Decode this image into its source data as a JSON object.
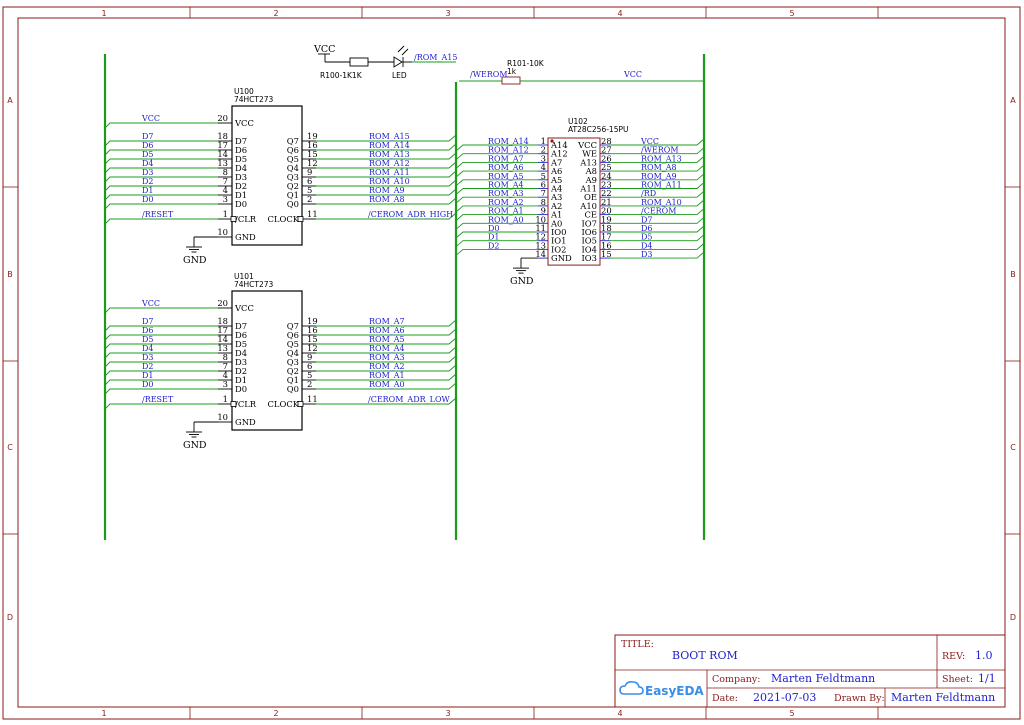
{
  "frame": {
    "columns": [
      "1",
      "2",
      "3",
      "4",
      "5"
    ],
    "rows": [
      "A",
      "B",
      "C",
      "D"
    ]
  },
  "power": {
    "vcc": "VCC",
    "gnd": "GND"
  },
  "led_circuit": {
    "resistor_label": "R100-1K1K",
    "led_label": "LED",
    "net_label": "/ROM_A15"
  },
  "we_circuit": {
    "resistor_label": "R101-10K",
    "resistor_value": "1k",
    "left_net": "/WEROM",
    "right_net": "VCC"
  },
  "u100": {
    "ref": "U100",
    "part": "74HCT273",
    "clk_net": "/CEROM_ADR_HIGH",
    "out_nets": [
      "ROM_A15",
      "ROM_A14",
      "ROM_A13",
      "ROM_A12",
      "ROM_A11",
      "ROM_A10",
      "ROM_A9",
      "ROM_A8"
    ]
  },
  "u101": {
    "ref": "U101",
    "part": "74HCT273",
    "clk_net": "/CEROM_ADR_LOW",
    "out_nets": [
      "ROM_A7",
      "ROM_A6",
      "ROM_A5",
      "ROM_A4",
      "ROM_A3",
      "ROM_A2",
      "ROM_A1",
      "ROM_A0"
    ]
  },
  "latch_common": {
    "left_pins": [
      {
        "name": "VCC",
        "num": "20",
        "net": "VCC"
      },
      {
        "name": "D7",
        "num": "18",
        "net": "D7"
      },
      {
        "name": "D6",
        "num": "17",
        "net": "D6"
      },
      {
        "name": "D5",
        "num": "14",
        "net": "D5"
      },
      {
        "name": "D4",
        "num": "13",
        "net": "D4"
      },
      {
        "name": "D3",
        "num": "8",
        "net": "D3"
      },
      {
        "name": "D2",
        "num": "7",
        "net": "D2"
      },
      {
        "name": "D1",
        "num": "4",
        "net": "D1"
      },
      {
        "name": "D0",
        "num": "3",
        "net": "D0"
      },
      {
        "name": "/CLR",
        "num": "1",
        "net": "/RESET"
      },
      {
        "name": "GND",
        "num": "10",
        "net": ""
      }
    ],
    "right_pins": [
      {
        "name": "Q7",
        "num": "19"
      },
      {
        "name": "Q6",
        "num": "16"
      },
      {
        "name": "Q5",
        "num": "15"
      },
      {
        "name": "Q4",
        "num": "12"
      },
      {
        "name": "Q3",
        "num": "9"
      },
      {
        "name": "Q2",
        "num": "6"
      },
      {
        "name": "Q1",
        "num": "5"
      },
      {
        "name": "Q0",
        "num": "2"
      },
      {
        "name": "CLOCK",
        "num": "11"
      }
    ]
  },
  "u102": {
    "ref": "U102",
    "part": "AT28C256-15PU",
    "left_pins": [
      {
        "name": "A14",
        "num": "1",
        "net": "ROM_A14"
      },
      {
        "name": "A12",
        "num": "2",
        "net": "ROM_A12"
      },
      {
        "name": "A7",
        "num": "3",
        "net": "ROM_A7"
      },
      {
        "name": "A6",
        "num": "4",
        "net": "ROM_A6"
      },
      {
        "name": "A5",
        "num": "5",
        "net": "ROM_A5"
      },
      {
        "name": "A4",
        "num": "6",
        "net": "ROM_A4"
      },
      {
        "name": "A3",
        "num": "7",
        "net": "ROM_A3"
      },
      {
        "name": "A2",
        "num": "8",
        "net": "ROM_A2"
      },
      {
        "name": "A1",
        "num": "9",
        "net": "ROM_A1"
      },
      {
        "name": "A0",
        "num": "10",
        "net": "ROM_A0"
      },
      {
        "name": "IO0",
        "num": "11",
        "net": "D0"
      },
      {
        "name": "IO1",
        "num": "12",
        "net": "D1"
      },
      {
        "name": "IO2",
        "num": "13",
        "net": "D2"
      },
      {
        "name": "GND",
        "num": "14",
        "net": ""
      }
    ],
    "right_pins": [
      {
        "name": "VCC",
        "num": "28",
        "net": "VCC"
      },
      {
        "name": "WE",
        "num": "27",
        "net": "/WEROM"
      },
      {
        "name": "A13",
        "num": "26",
        "net": "ROM_A13"
      },
      {
        "name": "A8",
        "num": "25",
        "net": "ROM_A8"
      },
      {
        "name": "A9",
        "num": "24",
        "net": "ROM_A9"
      },
      {
        "name": "A11",
        "num": "23",
        "net": "ROM_A11"
      },
      {
        "name": "OE",
        "num": "22",
        "net": "/RD"
      },
      {
        "name": "A10",
        "num": "21",
        "net": "ROM_A10"
      },
      {
        "name": "CE",
        "num": "20",
        "net": "/CEROM"
      },
      {
        "name": "IO7",
        "num": "19",
        "net": "D7"
      },
      {
        "name": "IO6",
        "num": "18",
        "net": "D6"
      },
      {
        "name": "IO5",
        "num": "17",
        "net": "D5"
      },
      {
        "name": "IO4",
        "num": "16",
        "net": "D4"
      },
      {
        "name": "IO3",
        "num": "15",
        "net": "D3"
      }
    ]
  },
  "title_block": {
    "title_label": "TITLE:",
    "title": "BOOT ROM",
    "rev_label": "REV:",
    "rev": "1.0",
    "company_label": "Company:",
    "company": "Marten Feldtmann",
    "sheet_label": "Sheet:",
    "sheet": "1/1",
    "date_label": "Date:",
    "date": "2021-07-03",
    "drawn_label": "Drawn By:",
    "drawn_by": "Marten Feldtmann",
    "logo_text": "EasyEDA"
  }
}
